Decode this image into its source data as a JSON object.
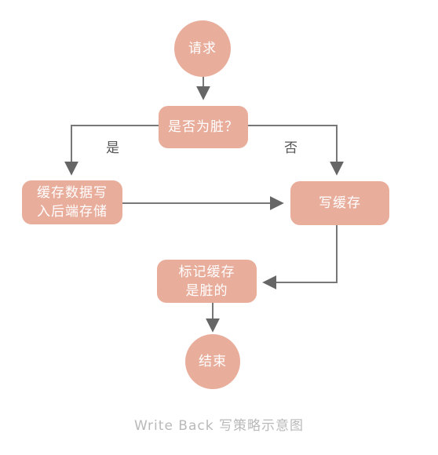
{
  "nodes": {
    "request": "请求",
    "is_dirty": "是否为脏？",
    "write_back_storage": "缓存数据写\n入后端存储",
    "write_cache": "写缓存",
    "mark_dirty": "标记缓存\n是脏的",
    "end": "结束"
  },
  "edge_labels": {
    "yes": "是",
    "no": "否"
  },
  "caption": "Write Back 写策略示意图"
}
